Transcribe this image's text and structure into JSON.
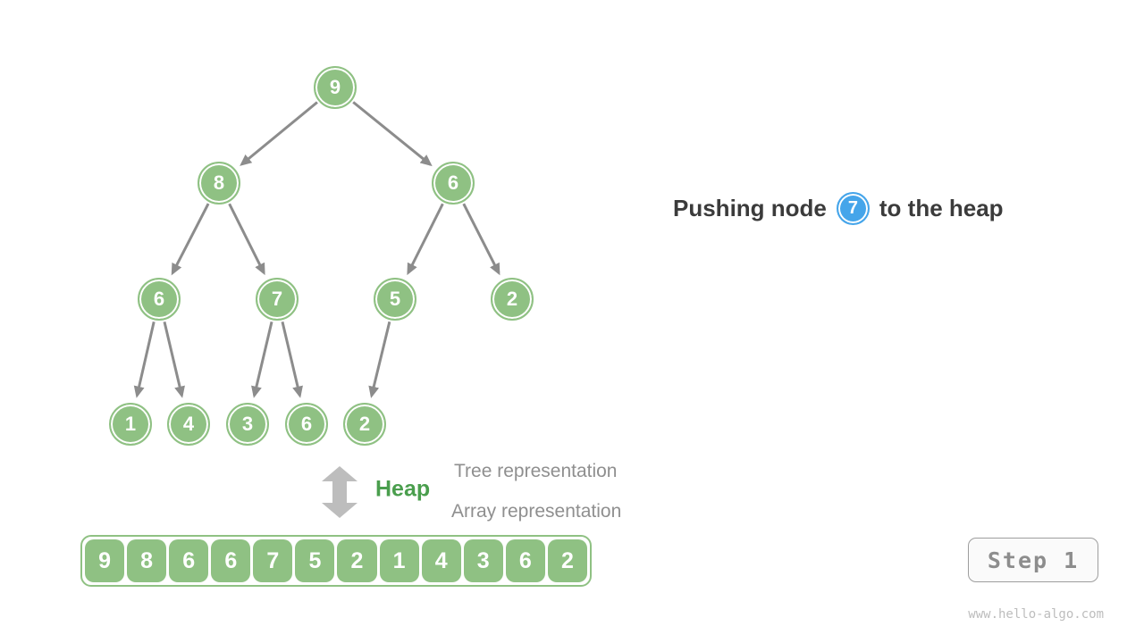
{
  "caption": {
    "prefix": "Pushing node",
    "node_value": "7",
    "suffix": "to the heap"
  },
  "legend": {
    "heap_label": "Heap",
    "tree_representation": "Tree representation",
    "array_representation": "Array representation"
  },
  "tree": {
    "nodes": [
      "9",
      "8",
      "6",
      "6",
      "7",
      "5",
      "2",
      "1",
      "4",
      "3",
      "6",
      "2"
    ],
    "edges": [
      [
        0,
        1
      ],
      [
        0,
        2
      ],
      [
        1,
        3
      ],
      [
        1,
        4
      ],
      [
        2,
        5
      ],
      [
        2,
        6
      ],
      [
        3,
        7
      ],
      [
        3,
        8
      ],
      [
        4,
        9
      ],
      [
        4,
        10
      ],
      [
        5,
        11
      ]
    ]
  },
  "array": {
    "values": [
      "9",
      "8",
      "6",
      "6",
      "7",
      "5",
      "2",
      "1",
      "4",
      "3",
      "6",
      "2"
    ]
  },
  "step_badge": "Step 1",
  "watermark": "www.hello-algo.com",
  "colors": {
    "node_green": "#8FC183",
    "node_blue": "#45A5EA",
    "edge_gray": "#8C8C8C",
    "double_arrow_gray": "#BDBDBD",
    "heap_label_green": "#4A9E4D",
    "caption_text": "#3B3B3B",
    "muted_text": "#8F8F8F"
  }
}
